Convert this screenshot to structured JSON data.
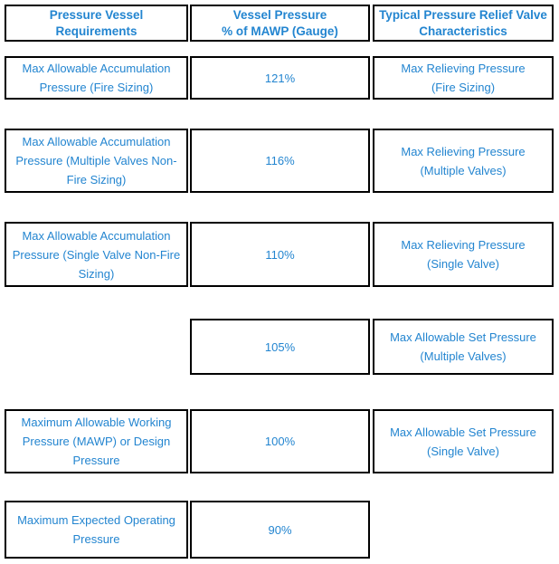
{
  "palette": {
    "text_blue": "#2385D0",
    "border_black": "#000000",
    "background": "#FFFFFF"
  },
  "header": {
    "requirements": "Pressure Vessel Requirements",
    "vessel_pressure": "Vessel Pressure\n% of MAWP (Gauge)",
    "valve_characteristics": "Typical Pressure Relief Valve\nCharacteristics"
  },
  "rows": [
    {
      "requirement": "Max Allowable Accumulation\nPressure (Fire Sizing)",
      "percent_of_mawp": "121%",
      "valve_characteristic": "Max Relieving Pressure\n(Fire Sizing)"
    },
    {
      "requirement": "Max Allowable Accumulation\nPressure (Multiple Valves Non-\nFire Sizing)",
      "percent_of_mawp": "116%",
      "valve_characteristic": "Max Relieving Pressure\n(Multiple Valves)"
    },
    {
      "requirement": "Max Allowable Accumulation\nPressure (Single Valve Non-Fire\nSizing)",
      "percent_of_mawp": "110%",
      "valve_characteristic": "Max Relieving Pressure\n(Single Valve)"
    },
    {
      "percent_of_mawp": "105%",
      "valve_characteristic": "Max Allowable Set Pressure\n(Multiple Valves)"
    },
    {
      "requirement": "Maximum Allowable Working\nPressure (MAWP) or Design\nPressure",
      "percent_of_mawp": "100%",
      "valve_characteristic": "Max Allowable Set Pressure\n(Single Valve)"
    },
    {
      "requirement": "Maximum Expected Operating\nPressure",
      "percent_of_mawp": "90%"
    }
  ]
}
